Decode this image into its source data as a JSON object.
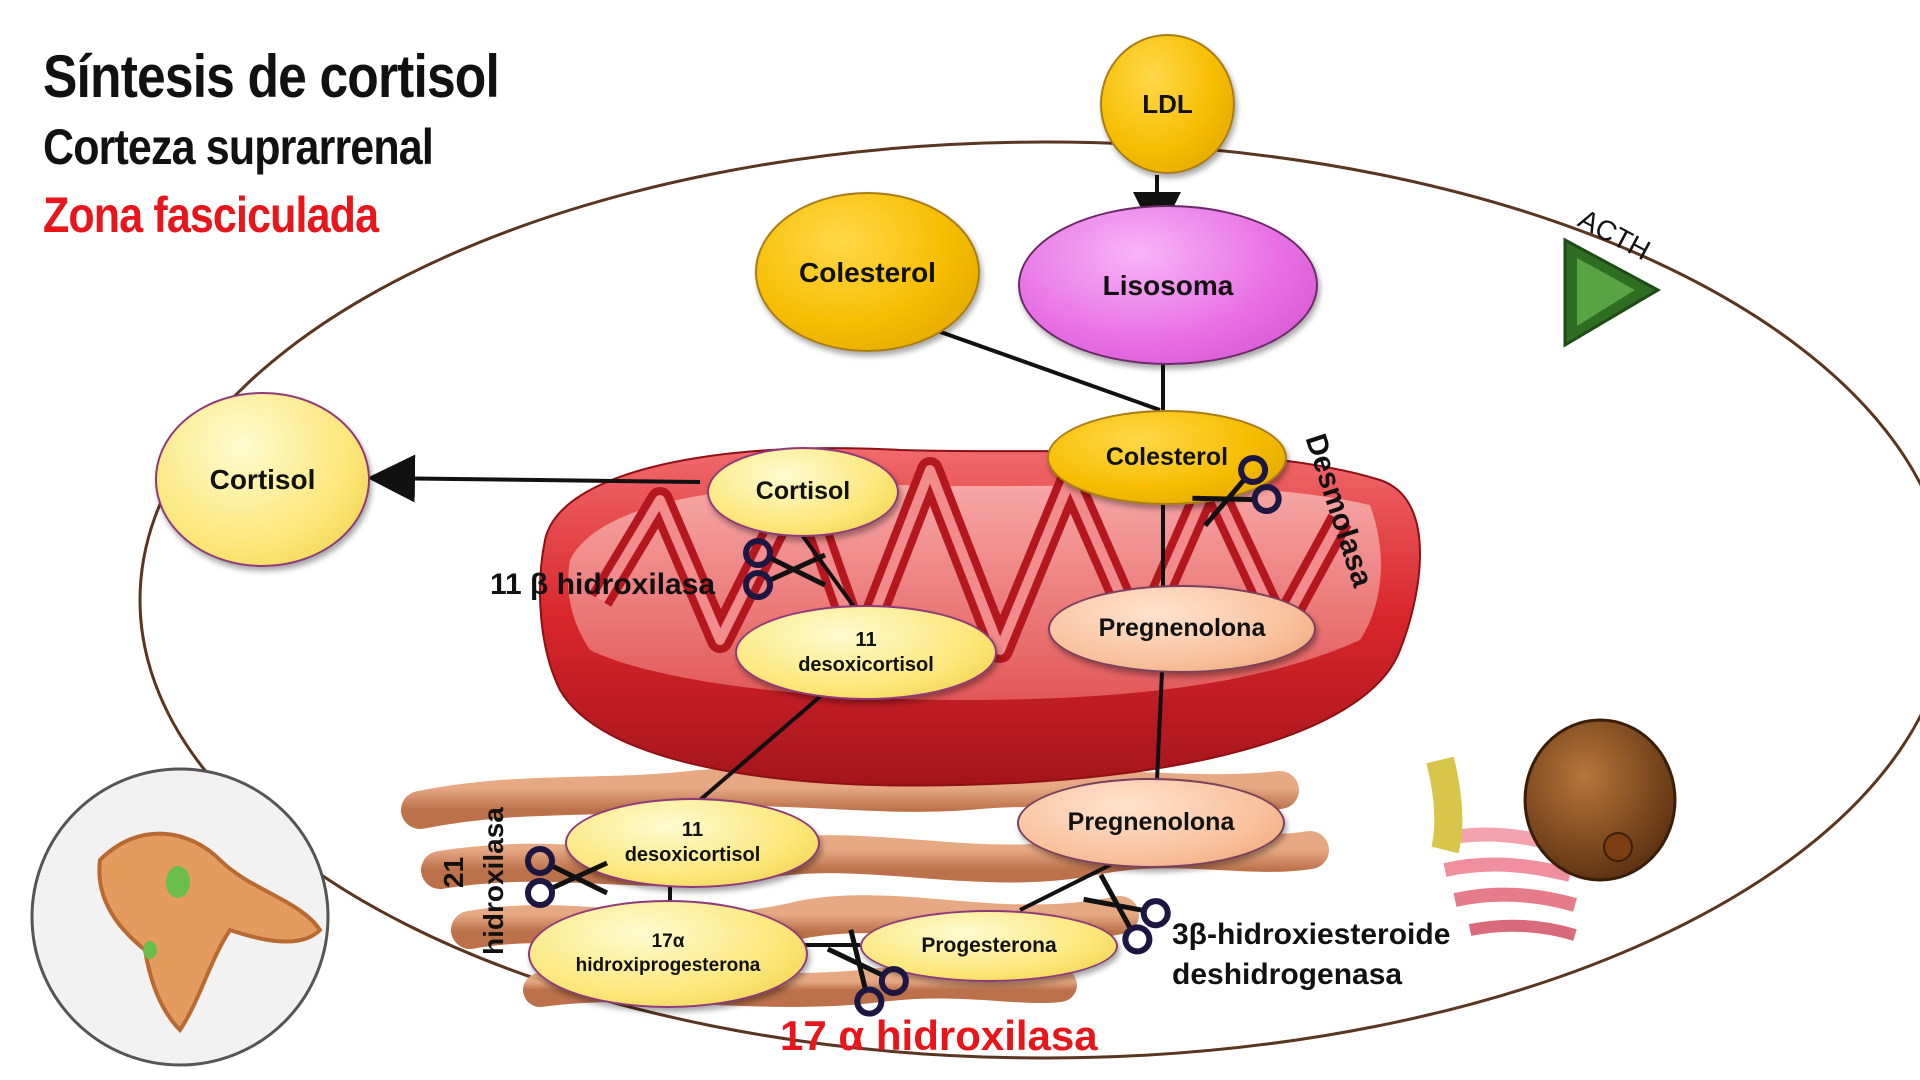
{
  "header": {
    "title": "Síntesis de cortisol",
    "subtitle": "Corteza suprarrenal",
    "zone": "Zona fasciculada"
  },
  "colors": {
    "accent_red": "#e8151b",
    "gold_node": "#f7bd00",
    "pale_node": "#fbe77a",
    "peach_node": "#f9c19e",
    "lysosome": "#e871e5",
    "mitochondrion": "#d8262c",
    "acth_triangle": "#3f8c2f"
  },
  "nodes": {
    "ldl": "LDL",
    "colesterol_outer": "Colesterol",
    "lisosoma": "Lisosoma",
    "cortisol_outer": "Cortisol",
    "colesterol_mito": "Colesterol",
    "cortisol_mito": "Cortisol",
    "desoxicortisol_mito_line1": "11",
    "desoxicortisol_mito_line2": "desoxicortisol",
    "pregnenolona_mito": "Pregnenolona",
    "pregnenolona_er": "Pregnenolona",
    "desoxicortisol_er_line1": "11",
    "desoxicortisol_er_line2": "desoxicortisol",
    "hidroxiprogesterona_line1": "17α",
    "hidroxiprogesterona_line2": "hidroxiprogesterona",
    "progesterona": "Progesterona"
  },
  "enzymes": {
    "desmolasa": "Desmolasa",
    "hidroxilasa_11b": "11 β hidroxilasa",
    "hidroxilasa_21_num": "21",
    "hidroxilasa_21_word": "hidroxilasa",
    "hsd_line1": "3β-hidroxiesteroide",
    "hsd_line2": "deshidrogenasa",
    "hidroxilasa_17a": "17 α hidroxilasa"
  },
  "hormone": {
    "acth": "ACTH"
  },
  "icons": [
    "scissors-icon",
    "acth-triangle-icon",
    "mitochondrion-icon",
    "adrenal-gland-icon",
    "golgi-nucleus-icon"
  ]
}
